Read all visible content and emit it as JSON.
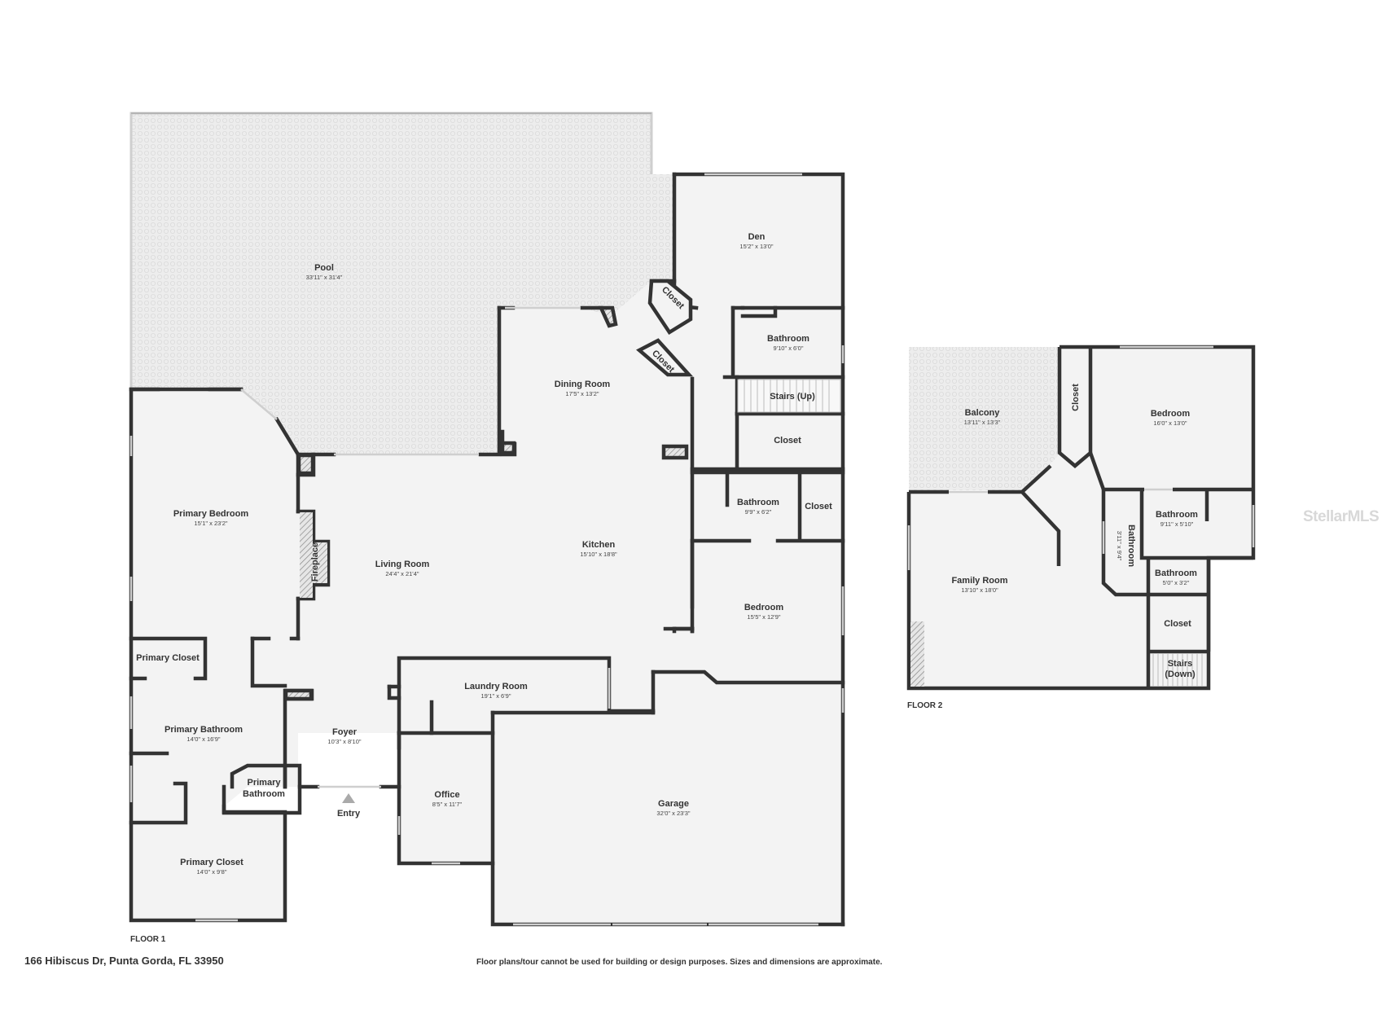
{
  "listing": {
    "address": "166 Hibiscus Dr, Punta Gorda, FL 33950",
    "disclaimer": "Floor plans/tour cannot be used for building or design purposes. Sizes and dimensions are approximate.",
    "watermark": "StellarMLS"
  },
  "colors": {
    "wall": "#333333",
    "floor": "#f2f2f2",
    "outdoor": "#ebebeb",
    "window": "#cfcfcf",
    "text": "#333333"
  },
  "floor1": {
    "label": "FLOOR 1",
    "entry_label": "Entry",
    "rooms": {
      "pool": {
        "name": "Pool",
        "dim": "33'11\" x 31'4\""
      },
      "den": {
        "name": "Den",
        "dim": "15'2\" x 13'0\""
      },
      "closet_den": {
        "name": "Closet"
      },
      "closet_dining": {
        "name": "Closet"
      },
      "bathroom_upper": {
        "name": "Bathroom",
        "dim": "9'10\" x 6'0\""
      },
      "stairs_up": {
        "name": "Stairs (Up)"
      },
      "closet_mid": {
        "name": "Closet"
      },
      "dining": {
        "name": "Dining Room",
        "dim": "17'5\" x 13'2\""
      },
      "primary_bedroom": {
        "name": "Primary Bedroom",
        "dim": "15'1\" x 23'2\""
      },
      "fireplace": {
        "name": "Fireplace"
      },
      "living": {
        "name": "Living Room",
        "dim": "24'4\" x 21'4\""
      },
      "kitchen": {
        "name": "Kitchen",
        "dim": "15'10\" x 18'8\""
      },
      "bathroom_mid": {
        "name": "Bathroom",
        "dim": "9'9\" x 6'2\""
      },
      "closet_bath": {
        "name": "Closet"
      },
      "bedroom": {
        "name": "Bedroom",
        "dim": "15'5\" x 12'9\""
      },
      "primary_closet_small": {
        "name": "Primary Closet"
      },
      "laundry": {
        "name": "Laundry Room",
        "dim": "19'1\" x 6'9\""
      },
      "primary_bathroom": {
        "name": "Primary Bathroom",
        "dim": "14'0\" x 16'9\""
      },
      "foyer": {
        "name": "Foyer",
        "dim": "10'3\" x 8'10\""
      },
      "primary_bathroom_wc_line1": {
        "name": "Primary"
      },
      "primary_bathroom_wc_line2": {
        "name": "Bathroom"
      },
      "office": {
        "name": "Office",
        "dim": "8'5\" x 11'7\""
      },
      "garage": {
        "name": "Garage",
        "dim": "32'0\" x 23'3\""
      },
      "primary_closet": {
        "name": "Primary Closet",
        "dim": "14'0\" x 9'8\""
      }
    }
  },
  "floor2": {
    "label": "FLOOR 2",
    "rooms": {
      "balcony": {
        "name": "Balcony",
        "dim": "13'11\" x 13'3\""
      },
      "closet_vert": {
        "name": "Closet"
      },
      "bedroom": {
        "name": "Bedroom",
        "dim": "16'0\" x 13'0\""
      },
      "bathroom_a": {
        "name": "Bathroom",
        "dim": "9'11\" x 5'10\""
      },
      "bathroom_vert": {
        "name": "Bathroom",
        "dim": "3'11\" x 9'4\""
      },
      "family": {
        "name": "Family Room",
        "dim": "13'10\" x 18'0\""
      },
      "bathroom_b": {
        "name": "Bathroom",
        "dim": "5'0\" x 3'2\""
      },
      "closet": {
        "name": "Closet"
      },
      "stairs_line1": {
        "name": "Stairs"
      },
      "stairs_line2": {
        "name": "(Down)"
      }
    }
  }
}
